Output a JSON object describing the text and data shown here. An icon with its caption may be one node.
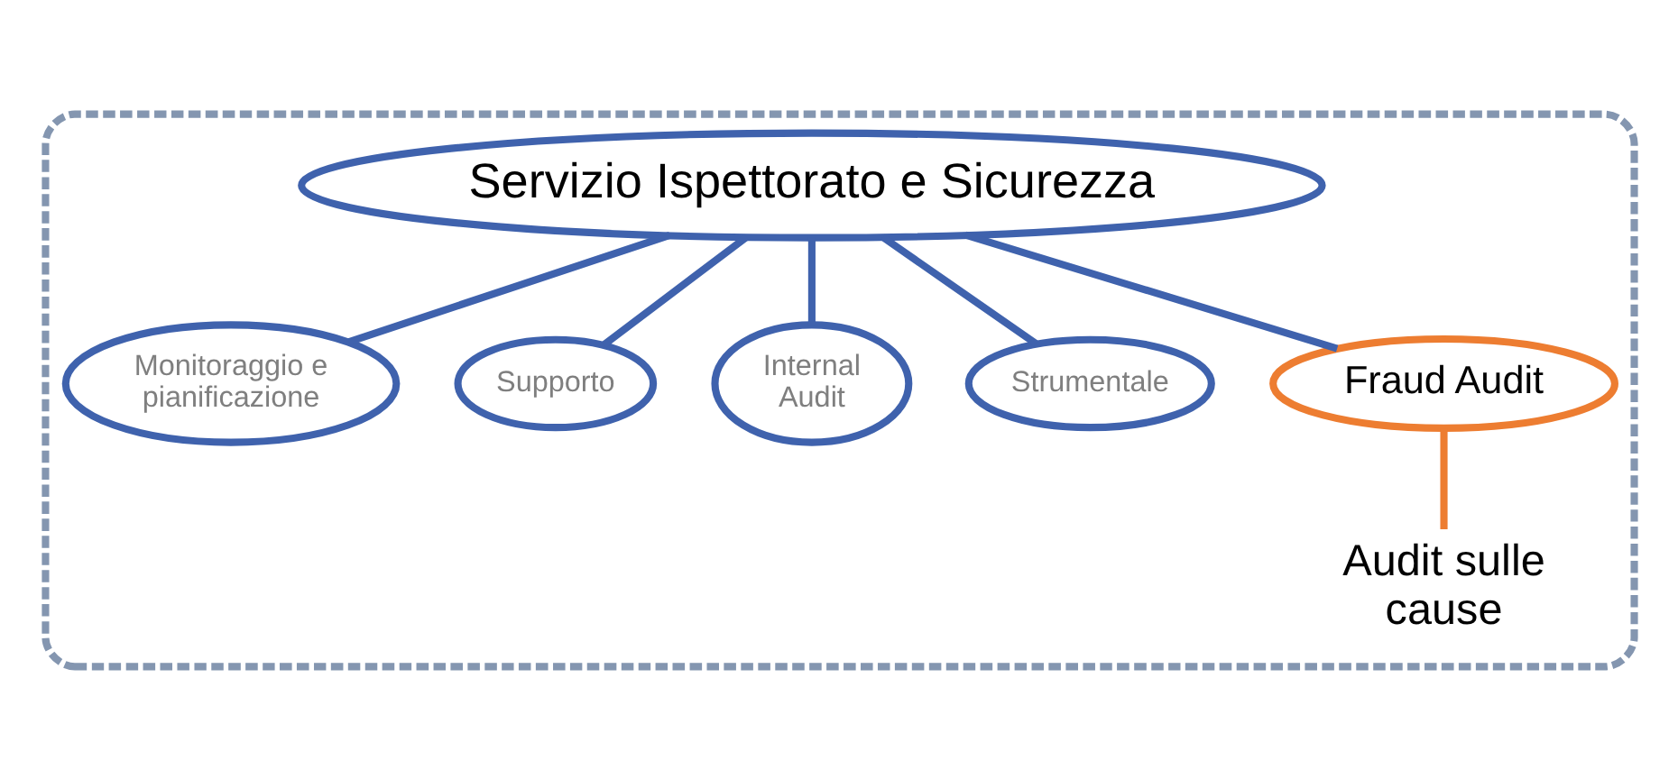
{
  "diagram": {
    "nodes": [
      {
        "text": [],
        "shape": "box"
      },
      {
        "text": [
          "Servizio Ispettorato e Sicurezza"
        ],
        "in": 0
      },
      {
        "text": [
          "Monitoraggio e pianificazione"
        ],
        "in": 0
      },
      {
        "text": [
          "Supporto"
        ],
        "in": 0
      },
      {
        "text": [
          "Internal Audit"
        ],
        "in": 0
      },
      {
        "text": [
          "Strumentale"
        ],
        "in": 0
      },
      {
        "text": [
          "Fraud Audit"
        ],
        "in": 0
      },
      {
        "text": [
          "Audit sulle cause"
        ],
        "in": 0
      }
    ],
    "edges": [
      {
        "from": 1,
        "to": 2,
        "arrow": "none"
      },
      {
        "from": 1,
        "to": 3,
        "arrow": "none"
      },
      {
        "from": 1,
        "to": 4,
        "arrow": "none"
      },
      {
        "from": 1,
        "to": 5,
        "arrow": "none"
      },
      {
        "from": 1,
        "to": 6,
        "arrow": "none"
      },
      {
        "from": 6,
        "to": 7,
        "arrow": "none",
        "color": "#ed7d31"
      }
    ]
  }
}
